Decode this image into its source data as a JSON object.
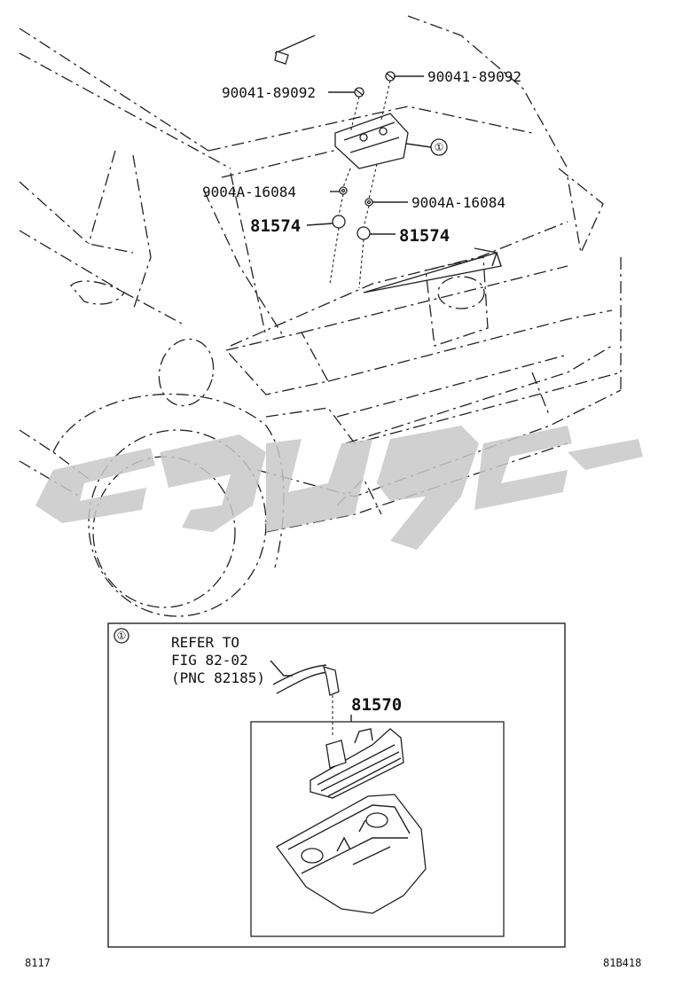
{
  "diagram": {
    "part_labels": {
      "clip_left": "90041-89092",
      "clip_right": "90041-89092",
      "screw_left": "9004A-16084",
      "screw_right": "9004A-16084",
      "grommet_left": "81574",
      "grommet_right": "81574",
      "callout": "①"
    },
    "detail": {
      "callout": "①",
      "refer_line1": "REFER TO",
      "refer_line2": "FIG 82-02",
      "refer_line3": "(PNC 82185)",
      "assembly_part": "81570"
    },
    "footer": {
      "page_code": "8117",
      "figure_code": "81B418"
    },
    "watermark": {
      "color": "#c8c8c8"
    }
  }
}
